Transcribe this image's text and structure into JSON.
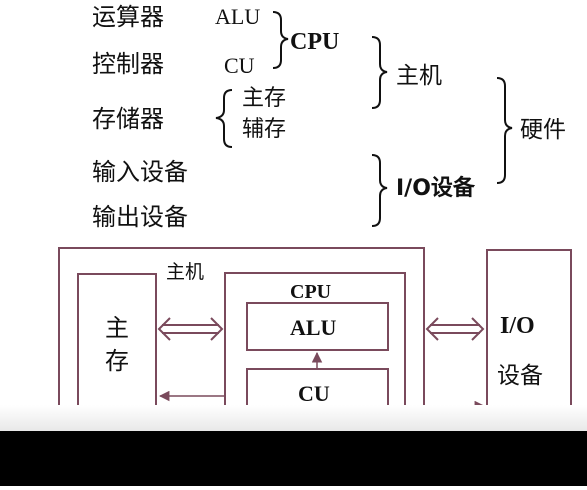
{
  "colors": {
    "box": "#7a4a5c",
    "text": "#111111",
    "background": "#ffffff",
    "bottom_bar": "#000000"
  },
  "hierarchy": {
    "alu_cn": "运算器",
    "alu_en": "ALU",
    "cu_cn": "控制器",
    "cu_en": "CU",
    "cpu": "CPU",
    "memory": "存储器",
    "main_memory": "主存",
    "aux_memory": "辅存",
    "host": "主机",
    "input_device": "输入设备",
    "output_device": "输出设备",
    "io_device": "I/O设备",
    "hardware": "硬件"
  },
  "diagram": {
    "host_label": "主机",
    "main_memory_line1": "主",
    "main_memory_line2": "存",
    "cpu_label": "CPU",
    "alu_label": "ALU",
    "cu_label": "CU",
    "io_line1": "I/O",
    "io_line2": "设备"
  }
}
